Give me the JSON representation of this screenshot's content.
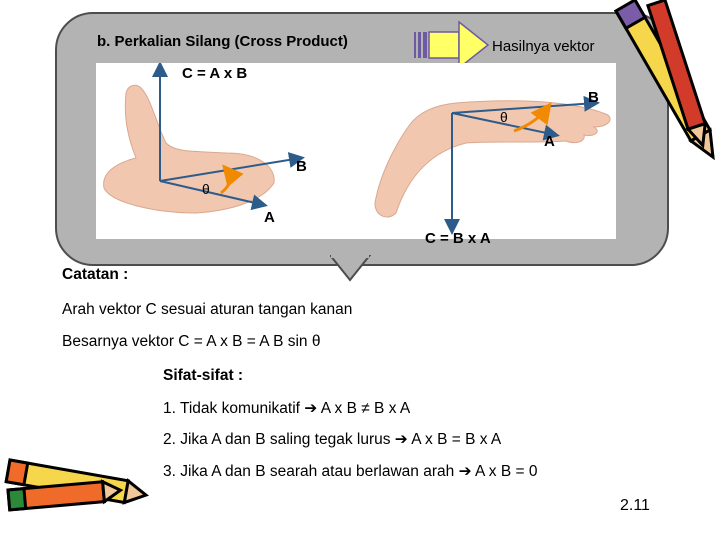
{
  "header": {
    "title": "b.  Perkalian Silang (Cross Product)",
    "result_label": "Hasilnya vektor"
  },
  "figure": {
    "left_equation": "C = A x B",
    "right_equation": "C = B x A",
    "vec_b_left": "B",
    "vec_a_left": "A",
    "theta_left": "θ",
    "vec_b_right": "B",
    "vec_a_right": "A",
    "theta_right": "θ"
  },
  "notes": {
    "title": "Catatan :",
    "line1": "Arah vektor C sesuai aturan tangan kanan",
    "line2": "Besarnya vektor C = A x B = A B sin θ",
    "props_title": "Sifat-sifat :",
    "prop1_text": "1.  Tidak komunikatif ",
    "prop1_expr": " A x B ≠ B x A",
    "prop2_text": "2.  Jika A dan B saling tegak lurus ",
    "prop2_expr": " A x B = B x A",
    "prop3_text": "3.  Jika A dan B searah atau berlawan arah ",
    "prop3_expr": " A x B = 0"
  },
  "page_number": "2.11",
  "colors": {
    "bubble": "#b3b3b3",
    "arrow": "#ffff66",
    "vector": "#2e5c8a",
    "arc": "#f08a00",
    "skin": "#f2c7b0"
  },
  "icons": [
    "cross-product-arrow-icon",
    "pencil-icon"
  ]
}
